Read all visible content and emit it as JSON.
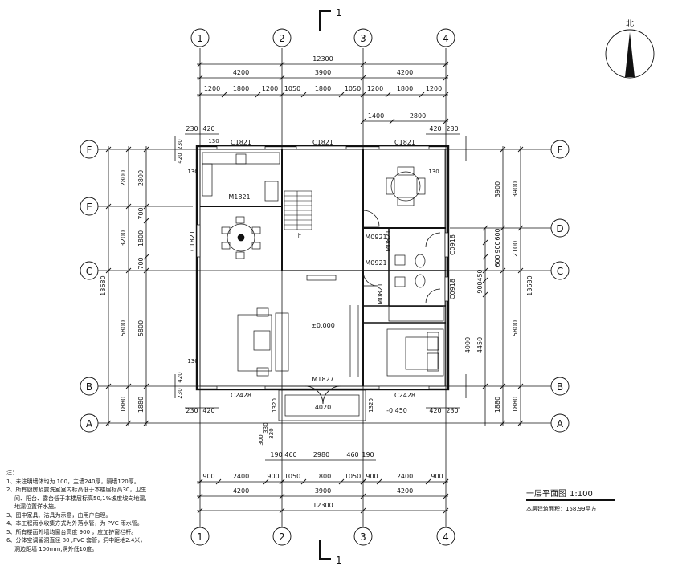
{
  "grid": {
    "cols": [
      "1",
      "2",
      "3",
      "4"
    ],
    "rows": [
      "F",
      "E",
      "D",
      "C",
      "B",
      "A"
    ]
  },
  "section": {
    "mark": "1"
  },
  "north": {
    "label": "北"
  },
  "dims_top": {
    "overall": "12300",
    "bays": [
      "4200",
      "3900",
      "4200"
    ],
    "openings": [
      "1200",
      "1800",
      "1200",
      "1050",
      "1800",
      "1050",
      "1200",
      "1800",
      "1200"
    ],
    "sub": [
      "1400",
      "2800"
    ],
    "wall_left": [
      "230",
      "420"
    ],
    "wall_right": [
      "420",
      "230"
    ]
  },
  "dims_bottom": {
    "overall": "12300",
    "bays": [
      "4200",
      "3900",
      "4200"
    ],
    "openings": [
      "900",
      "2400",
      "900",
      "1050",
      "1800",
      "1050",
      "900",
      "2400",
      "900"
    ],
    "step": [
      "190",
      "460",
      "2980",
      "460",
      "190"
    ],
    "porch": [
      "4020"
    ]
  },
  "dims_left": {
    "overall": "13680",
    "bays": [
      "2800",
      "3200",
      "5800",
      "1880"
    ],
    "inner": [
      "2800",
      "700",
      "1800",
      "700",
      "5800",
      "1880"
    ]
  },
  "dims_right": {
    "overall": "13680",
    "bays": [
      "3900",
      "2100",
      "5800",
      "1880"
    ],
    "inner": [
      "3900",
      "600",
      "900",
      "600",
      "450",
      "900",
      "4450",
      "1880"
    ],
    "bath": [
      "4000"
    ]
  },
  "labels": {
    "windows": [
      "C1821",
      "C1821",
      "C1821",
      "C1821",
      "C2428",
      "C2428",
      "C0918",
      "C0918"
    ],
    "doors": [
      "M1821",
      "M0921",
      "M0921",
      "M0821",
      "M0821",
      "M1827"
    ],
    "elev": [
      "±0.000",
      "-0.450"
    ],
    "small": [
      "130",
      "130",
      "130",
      "130",
      "420",
      "420",
      "230",
      "230",
      "1320",
      "1320",
      "330",
      "300",
      "320",
      "上"
    ]
  },
  "notes": {
    "head": "注：",
    "items": [
      "1、未注明墙体均为 100，主墙240厚，隔墙120厚。",
      "2、所有厨房及露洗室室内标高低于本楼层标高30，卫生",
      "间、阳台、露台低于本楼层标高50,1%坡度坡向地漏,",
      "地漏位置详水施。",
      "3、图中家具、洁具为示意，由用户自理。",
      "4、本工程雨水收集方式为外落水管，为 PVC 雨水管。",
      "5、所有楼面外墙均窗台高度 900 ，应加护窗栏杆。",
      "6、分体空调留洞直径 80 ,PVC 套管，洞中距地2.4米，",
      "洞边距墙 100mm,洞外低10度。"
    ]
  },
  "title": {
    "name": "一层平面图",
    "scale": "1:100",
    "area": "本层建筑面积：158.99平方"
  }
}
